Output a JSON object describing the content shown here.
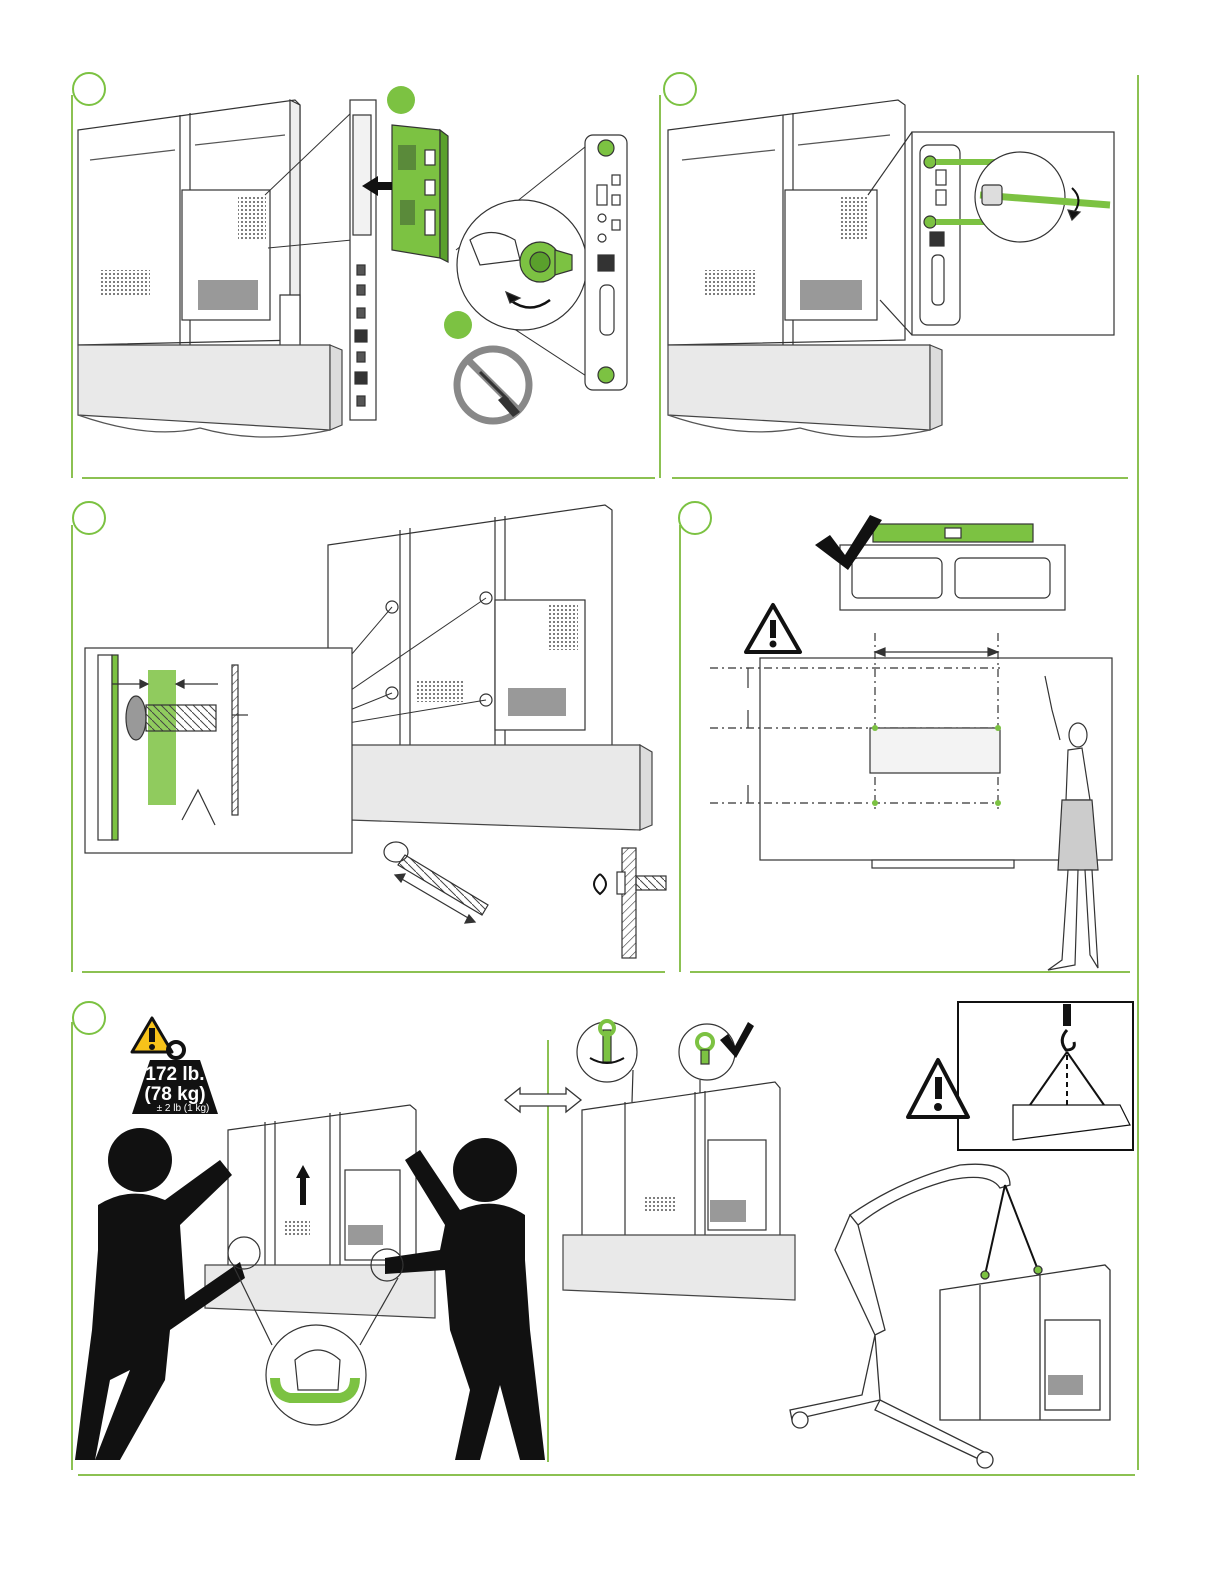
{
  "colors": {
    "accent_green": "#7cc242",
    "green_frame": "#8cc152",
    "line": "#333333",
    "figure": "#111111",
    "gray_fill": "#e9e9e9",
    "warning_yellow": "#f7c21a"
  },
  "icons": [
    "warning-triangle-icon",
    "checkmark-icon",
    "prohibited-screwdriver-icon",
    "rotate-arrow-icon",
    "double-arrow-icon",
    "hoist-hook-icon"
  ],
  "weight_badge": {
    "line1": "172 lb.",
    "line2": "(78 kg)",
    "tolerance": "± 2 lb (1 kg)"
  }
}
